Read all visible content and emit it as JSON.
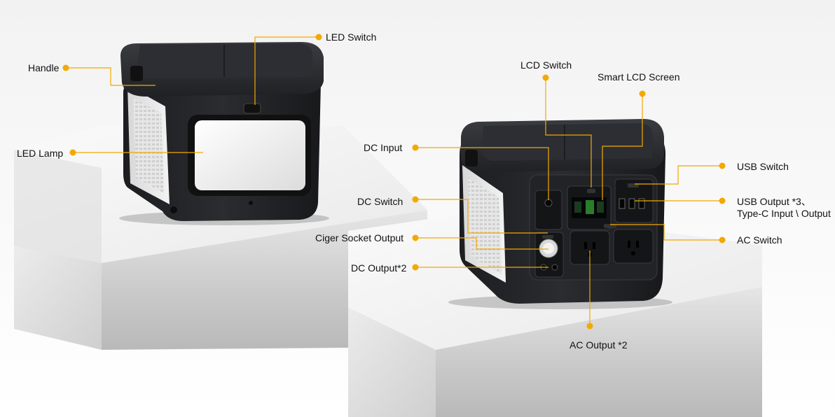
{
  "accent_color": "#f2a900",
  "callouts": {
    "handle": "Handle",
    "led_switch": "LED Switch",
    "led_lamp": "LED Lamp",
    "lcd_switch": "LCD Switch",
    "smart_lcd_screen": "Smart LCD Screen",
    "dc_input": "DC Input",
    "usb_switch": "USB Switch",
    "dc_switch": "DC Switch",
    "usb_output": "USB Output *3、\nType-C Input \\ Output",
    "ciger_socket_output": "Ciger Socket Output",
    "ac_switch": "AC Switch",
    "dc_output": "DC Output*2",
    "ac_output": "AC Output *2"
  }
}
